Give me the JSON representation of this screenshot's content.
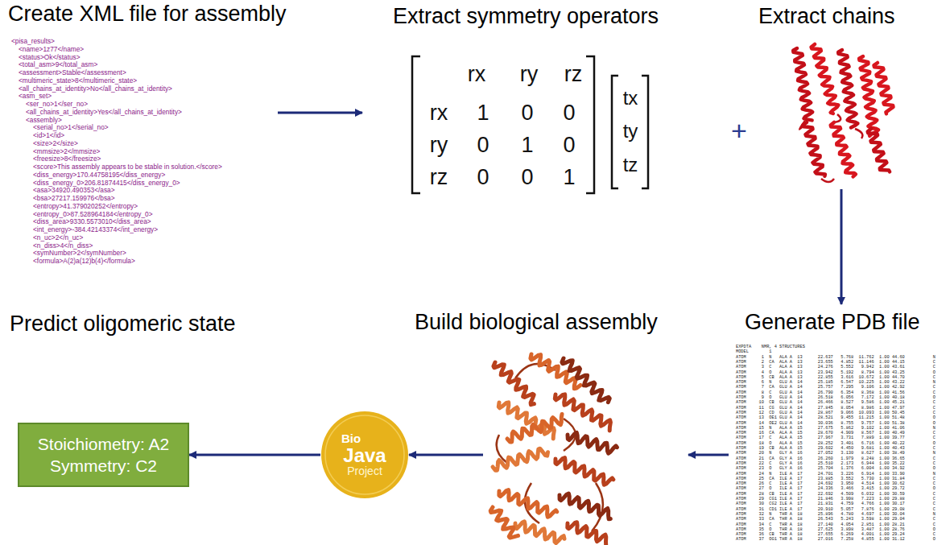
{
  "diagram": {
    "nodes": [
      {
        "text": [
          "Create XML file for assembly"
        ]
      },
      {
        "text": [
          "Extract symmetry operators"
        ]
      },
      {
        "text": [
          "Extract chains"
        ]
      },
      {
        "text": [
          "Predict oligomeric state",
          "Stoichiometry: A2",
          "Symmetry: C2"
        ]
      },
      {
        "text": [
          "Bio",
          "Java",
          "Project"
        ]
      },
      {
        "text": [
          "Build biological assembly"
        ]
      },
      {
        "text": [
          "Generate PDB file"
        ]
      }
    ],
    "edges": [
      {
        "from": 0,
        "to": 1,
        "arrow": "to"
      },
      {
        "from": 2,
        "to": 6,
        "arrow": "to"
      },
      {
        "from": 6,
        "to": 5,
        "arrow": "to"
      },
      {
        "from": 5,
        "to": 4,
        "arrow": "to"
      },
      {
        "from": 4,
        "to": 3,
        "arrow": "to"
      }
    ],
    "labels": [
      "<pisa_results>",
      "<name>1z77</name>",
      "<status>Ok</status>",
      "<total_asm>9</total_asm>",
      "<assessment>Stable</assessment>",
      "<multimeric_state>8</multimeric_state>",
      "<all_chains_at_identity>No</all_chains_at_identity>",
      "<asm_set>",
      "<ser_no>1</ser_no>",
      "<all_chains_at_identity>Yes</all_chains_at_identity>",
      "<assembly>",
      "<serial_no>1</serial_no>",
      "<id>1</id>",
      "<size>2</size>",
      "<mmsize>2</mmsize>",
      "<freesize>8</freesize>",
      "<score>This assembly appears to be stable in solution.</score>",
      "<diss_energy>170.44758195</diss_energy>",
      "<diss_energy_0>206.81874415</diss_energy_0>",
      "<asa>34920.490353</asa>",
      "<bsa>27217.159976</bsa>",
      "<entropy>41.379020252</entropy>",
      "<entropy_0>87.528964184</entropy_0>",
      "<diss_area>9330.5573010</diss_area>",
      "<int_energy>-384.42143374</int_energy>",
      "<n_uc>2</n_uc>",
      "<n_diss>4</n_diss>",
      "<symNumber>2</symNumber>",
      "<formula>A(2)a(12)b(4)</formula>",
      "rx",
      "ry",
      "rz",
      "rx",
      "1",
      "0",
      "0",
      "ry",
      "0",
      "1",
      "0",
      "rz",
      "0",
      "0",
      "1",
      "tx",
      "ty",
      "tz",
      "+",
      "EXPDTA    NMR, 4 STRUCTURES",
      "MODEL        1",
      "ATOM      1  N   ALA A  13      22.637   5.768  11.762  1.00 44.60           N",
      "ATOM      2  CA  ALA A  13      23.655   4.852  11.146  1.00 44.15           C",
      "ATOM      3  C   ALA A  13      24.276   5.552   9.942  1.00 43.61           C",
      "ATOM      4  O   ALA A  13      23.942   5.192   8.794  1.00 43.25           O",
      "ATOM      5  CB  ALA A  13      22.855   3.616  10.672  1.00 44.70           C",
      "ATOM      6  N   GLU A  14      25.185   6.547  10.225  1.00 43.22           N",
      "ATOM      7  CA  GLU A  14      25.757   7.295   9.106  1.00 42.92           C",
      "ATOM      8  C   GLU A  14      26.790   6.354   8.368  1.00 41.56           C",
      "ATOM      9  O   GLU A  14      26.518   6.056   7.172  1.00 40.18           O",
      "ATOM     10  CB  GLU A  14      26.466   8.527   9.586  1.00 45.21           C",
      "ATOM     11  CG  GLU A  14      27.845   8.054   8.986  1.00 47.97           C",
      "ATOM     12  CD  GLU A  14      28.867   9.066  10.093  1.00 50.45           C",
      "ATOM     13  OE1 GLU A  14      28.521   9.455  11.215  1.00 51.48           O",
      "ATOM     14  OE2 GLU A  14      30.036   8.755   9.757  1.00 51.38           O",
      "ATOM     15  N   ALA A  15      27.675   5.862   9.102  1.00 41.06           N",
      "ATOM     16  CA  ALA A  15      28.670   4.909   8.567  1.00 40.49           C",
      "ATOM     17  C   ALA A  15      27.967   3.731   7.889  1.00 39.77           C",
      "ATOM     18  O   ALA A  15      28.252   3.401   6.716  1.00 40.22           O",
      "ATOM     19  CB  ALA A  15      29.602   4.450   9.681  1.00 40.43           C",
      "ATOM     20  N   GLY A  16      27.052   3.130   8.627  1.00 38.49           N",
      "ATOM     21  CA  GLY A  16      26.260   1.979   8.248  1.00 36.65           C",
      "ATOM     22  C   GLY A  16      25.510   2.173   6.944  1.00 35.22           C",
      "ATOM     23  O   GLY A  16      25.704   1.376   6.004  1.00 34.92           O",
      "ATOM     24  N   ILE A  17      24.701   3.226   6.914  1.00 33.90           N",
      "ATOM     25  CA  ILE A  17      23.885   3.552   5.730  1.00 31.84           C",
      "ATOM     26  C   ILE A  17      24.692   3.950   4.514  1.00 30.62           C",
      "ATOM     27  O   ILE A  17      24.336   3.466   3.415  1.00 29.72           O",
      "ATOM     28  CB  ILE A  17      22.692   4.509   6.032  1.00 30.59           C",
      "ATOM     29  CG1 ILE A  17      21.846   3.998   7.223  1.00 29.88           C",
      "ATOM     30  CG2 ILE A  17      21.831   4.759   4.766  1.00 30.17           C",
      "ATOM     31  CD1 ILE A  17      20.910   5.057   7.876  1.00 29.08           C",
      "ATOM     32  N   THR A  18      25.896   4.780   4.697  1.00 30.04           N",
      "ATOM     33  CA  THR A  18      26.543   5.243   3.598  1.00 29.04           C",
      "ATOM     34  C   THR A  18      27.140   4.054   2.851  1.00 28.21           C",
      "ATOM     35  O   THR A  18      27.625   3.898   3.487  1.00 28.76           O",
      "ATOM     36  CB  THR A  18      27.655   6.269   4.001  1.00 29.24           C",
      "ATOM     37  OG1 THR A  18      27.016   7.258   4.855  1.00 31.12           O"
    ]
  }
}
